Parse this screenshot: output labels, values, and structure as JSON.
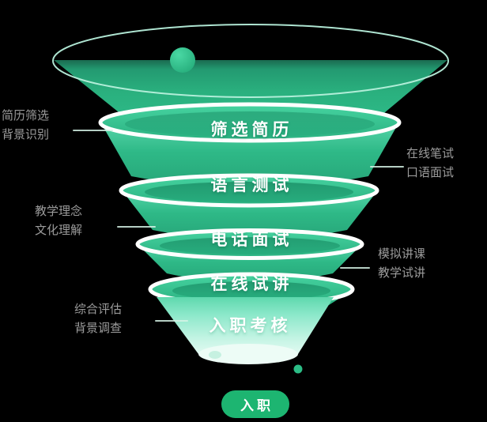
{
  "diagram": {
    "type": "funnel",
    "stages": [
      {
        "label": "筛选简历"
      },
      {
        "label": "语言测试"
      },
      {
        "label": "电话面试"
      },
      {
        "label": "在线试讲"
      },
      {
        "label": "入职考核"
      }
    ],
    "result_label": "入职"
  },
  "annotations": {
    "left": [
      {
        "line1": "简历筛选",
        "line2": "背景识别"
      },
      {
        "line1": "教学理念",
        "line2": "文化理解"
      },
      {
        "line1": "综合评估",
        "line2": "背景调查"
      }
    ],
    "right": [
      {
        "line1": "在线笔试",
        "line2": "口语面试"
      },
      {
        "line1": "模拟讲课",
        "line2": "教学试讲"
      }
    ]
  },
  "colors": {
    "funnel_green": "#2fbf8d",
    "funnel_dark_top": "#1e8a66",
    "funnel_pale_bottom": "#c9f5e6",
    "ring_white": "#ffffff",
    "rim_outline": "#b7f0dc",
    "annotation_gray": "#9b9b9b",
    "pill_green": "#1db571",
    "background": "#000000"
  }
}
